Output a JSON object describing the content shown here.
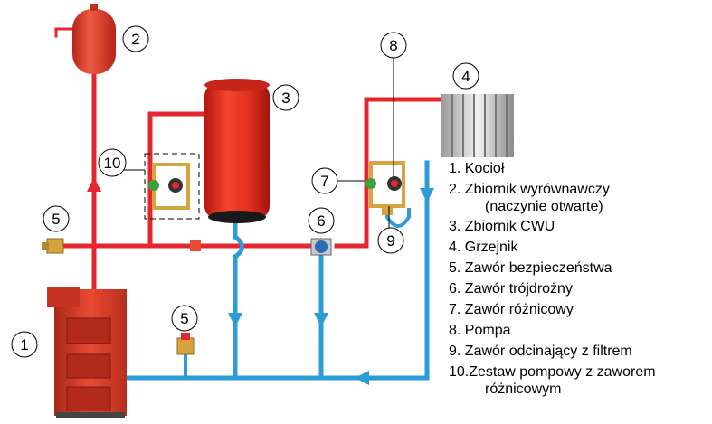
{
  "callouts": [
    "1",
    "2",
    "3",
    "4",
    "5",
    "6",
    "7",
    "8",
    "9",
    "10"
  ],
  "legend": [
    {
      "num": "1.",
      "text": "Kocioł"
    },
    {
      "num": "2.",
      "text": "Zbiornik wyrównawczy",
      "sub": "(naczynie otwarte)"
    },
    {
      "num": "3.",
      "text": "Zbiornik CWU"
    },
    {
      "num": "4.",
      "text": "Grzejnik"
    },
    {
      "num": "5.",
      "text": "Zawór bezpieczeństwa"
    },
    {
      "num": "6.",
      "text": "Zawór trójdrożny"
    },
    {
      "num": "7.",
      "text": "Zawór różnicowy"
    },
    {
      "num": "8.",
      "text": "Pompa"
    },
    {
      "num": "9.",
      "text": "Zawór odcinający z filtrem"
    },
    {
      "num": "10.",
      "text": "Zestaw pompowy z zaworem",
      "sub": "różnicowym"
    }
  ],
  "colors": {
    "supply_pipe": "#e4262e",
    "return_pipe": "#2b9cd8",
    "boiler_body": "#d9412e",
    "tank_body": "#e5331f",
    "vessel_body": "#d83a2a",
    "radiator": "#d8d8d8",
    "valve_brass": "#d7a33f",
    "pump_green": "#3aa23a"
  }
}
